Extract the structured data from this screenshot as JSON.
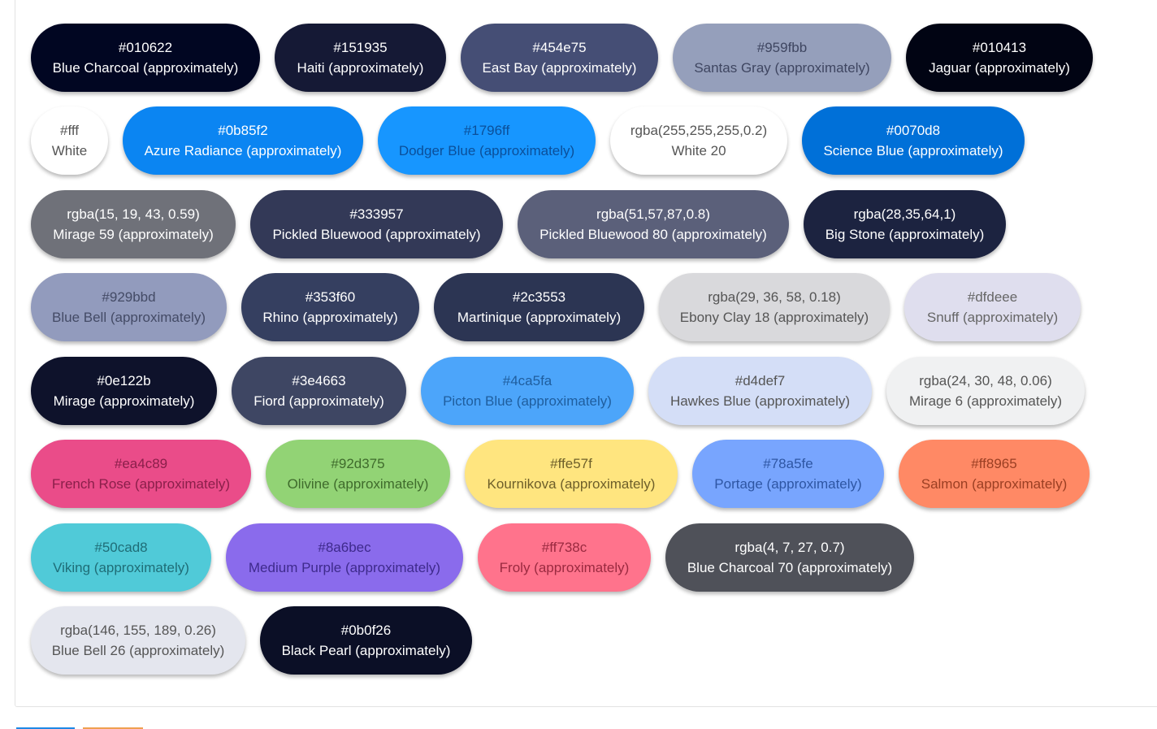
{
  "rows": [
    [
      {
        "code": "#010622",
        "name": "Blue Charcoal (approximately)",
        "bg": "#010622",
        "fg": "#ffffff",
        "w": 282
      },
      {
        "code": "#151935",
        "name": "Haiti (approximately)",
        "bg": "#151935",
        "fg": "#ffffff",
        "w": 211
      },
      {
        "code": "#454e75",
        "name": "East Bay (approximately)",
        "bg": "#454e75",
        "fg": "#ffffff",
        "w": 243
      },
      {
        "code": "#959fbb",
        "name": "Santas Gray (approximately)",
        "bg": "#959fbb",
        "fg": "#3f4661",
        "w": 269
      },
      {
        "code": "#010413",
        "name": "Jaguar (approximately)",
        "bg": "#010413",
        "fg": "#ffffff",
        "w": 230
      }
    ],
    [
      {
        "code": "#fff",
        "name": "White",
        "bg": "#ffffff",
        "fg": "#555555",
        "w": 95
      },
      {
        "code": "#0b85f2",
        "name": "Azure Radiance (approximately)",
        "bg": "#0b85f2",
        "fg": "#ffffff",
        "w": 296
      },
      {
        "code": "#1796ff",
        "name": "Dodger Blue (approximately)",
        "bg": "#1796ff",
        "fg": "#0b4f99",
        "w": 268
      },
      {
        "code": "rgba(255,255,255,0.2)",
        "name": "White 20",
        "bg": "#ffffff",
        "fg": "#555555",
        "w": 218
      },
      {
        "code": "#0070d8",
        "name": "Science Blue (approximately)",
        "bg": "#0070d8",
        "fg": "#ffffff",
        "w": 274
      }
    ],
    [
      {
        "code": "rgba(15, 19, 43, 0.59)",
        "name": "Mirage 59 (approximately)",
        "bg": "#6f7179",
        "fg": "#ffffff",
        "w": 252
      },
      {
        "code": "#333957",
        "name": "Pickled Bluewood (approximately)",
        "bg": "#333957",
        "fg": "#ffffff",
        "w": 311
      },
      {
        "code": "rgba(51,57,87,0.8)",
        "name": "Pickled Bluewood 80 (approximately)",
        "bg": "#5b607a",
        "fg": "#ffffff",
        "w": 334
      },
      {
        "code": "rgba(28,35,64,1)",
        "name": "Big Stone (approximately)",
        "bg": "#1c2340",
        "fg": "#ffffff",
        "w": 249
      }
    ],
    [
      {
        "code": "#929bbd",
        "name": "Blue Bell (approximately)",
        "bg": "#929bbd",
        "fg": "#444b66",
        "w": 241
      },
      {
        "code": "#353f60",
        "name": "Rhino (approximately)",
        "bg": "#353f60",
        "fg": "#ffffff",
        "w": 219
      },
      {
        "code": "#2c3553",
        "name": "Martinique (approximately)",
        "bg": "#2c3553",
        "fg": "#ffffff",
        "w": 259
      },
      {
        "code": "rgba(29, 36, 58, 0.18)",
        "name": "Ebony Clay 18 (approximately)",
        "bg": "#d9d9dc",
        "fg": "#555555",
        "w": 284
      },
      {
        "code": "#dfdeee",
        "name": "Snuff (approximately)",
        "bg": "#dfdeee",
        "fg": "#666666",
        "w": 217
      }
    ],
    [
      {
        "code": "#0e122b",
        "name": "Mirage (approximately)",
        "bg": "#0e122b",
        "fg": "#ffffff",
        "w": 229
      },
      {
        "code": "#3e4663",
        "name": "Fiord (approximately)",
        "bg": "#3e4663",
        "fg": "#ffffff",
        "w": 215
      },
      {
        "code": "#4ca5fa",
        "name": "Picton Blue (approximately)",
        "bg": "#4ca5fa",
        "fg": "#1f5e9e",
        "w": 262
      },
      {
        "code": "#d4def7",
        "name": "Hawkes Blue (approximately)",
        "bg": "#d4def7",
        "fg": "#555555",
        "w": 275
      },
      {
        "code": "rgba(24, 30, 48, 0.06)",
        "name": "Mirage 6 (approximately)",
        "bg": "#f0f1f2",
        "fg": "#555555",
        "w": 244
      }
    ],
    [
      {
        "code": "#ea4c89",
        "name": "French Rose (approximately)",
        "bg": "#ea4c89",
        "fg": "#8a1f4a",
        "w": 271
      },
      {
        "code": "#92d375",
        "name": "Olivine (approximately)",
        "bg": "#92d375",
        "fg": "#3f6b2c",
        "w": 227
      },
      {
        "code": "#ffe57f",
        "name": "Kournikova (approximately)",
        "bg": "#ffe57f",
        "fg": "#6d5f2a",
        "w": 262
      },
      {
        "code": "#78a5fe",
        "name": "Portage (approximately)",
        "bg": "#78a5fe",
        "fg": "#2e56a3",
        "w": 236
      },
      {
        "code": "#ff8965",
        "name": "Salmon (approximately)",
        "bg": "#ff8965",
        "fg": "#9a3f23",
        "w": 235
      }
    ],
    [
      {
        "code": "#50cad8",
        "name": "Viking (approximately)",
        "bg": "#50cad8",
        "fg": "#1f6d77",
        "w": 222
      },
      {
        "code": "#8a6bec",
        "name": "Medium Purple (approximately)",
        "bg": "#8a6bec",
        "fg": "#3e2a8c",
        "w": 292
      },
      {
        "code": "#ff738c",
        "name": "Froly (approximately)",
        "bg": "#ff738c",
        "fg": "#9a2a40",
        "w": 213
      },
      {
        "code": "rgba(4, 7, 27, 0.7)",
        "name": "Blue Charcoal 70 (approximately)",
        "bg": "#4f5159",
        "fg": "#ffffff",
        "w": 306
      }
    ],
    [
      {
        "code": "rgba(146, 155, 189, 0.26)",
        "name": "Blue Bell 26 (approximately)",
        "bg": "#e4e6ee",
        "fg": "#555555",
        "w": 264
      },
      {
        "code": "#0b0f26",
        "name": "Black Pearl (approximately)",
        "bg": "#0b0f26",
        "fg": "#ffffff",
        "w": 261
      }
    ]
  ],
  "colors": {
    "panel_border": "#e3e3e3",
    "bottom_tab_1": "#1e88e5",
    "bottom_tab_2": "#f0a050"
  }
}
